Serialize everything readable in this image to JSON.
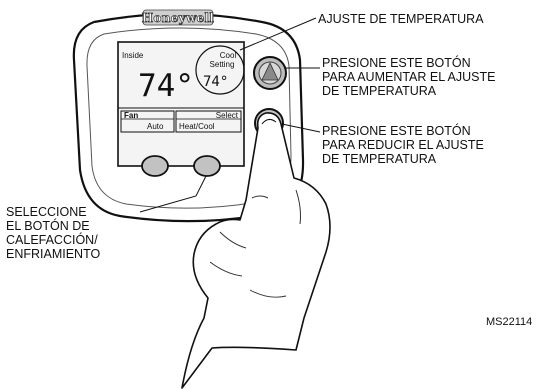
{
  "thermostat": {
    "brand": "Honeywell",
    "inside_label": "Inside",
    "inside_temp": "74°",
    "setting_label_line1": "Cool",
    "setting_label_line2": "Setting",
    "setting_temp": "74°",
    "fan_label": "Fan",
    "fan_value": "Auto",
    "select_label": "Select",
    "select_value": "Heat/Cool"
  },
  "callouts": {
    "temperature_setting": "AJUSTE DE TEMPERATURA",
    "up_line1": "PRESIONE ESTE BOTÓN",
    "up_line2": "PARA AUMENTAR EL AJUSTE",
    "up_line3": "DE TEMPERATURA",
    "down_line1": "PRESIONE ESTE BOTÓN",
    "down_line2": "PARA REDUCIR EL AJUSTE",
    "down_line3": "DE TEMPERATURA",
    "select_line1": "SELECCIONE",
    "select_line2": "EL BOTÓN DE",
    "select_line3": "CALEFACCIÓN/",
    "select_line4": "ENFRIAMIENTO"
  },
  "figure_code": "MS22114"
}
